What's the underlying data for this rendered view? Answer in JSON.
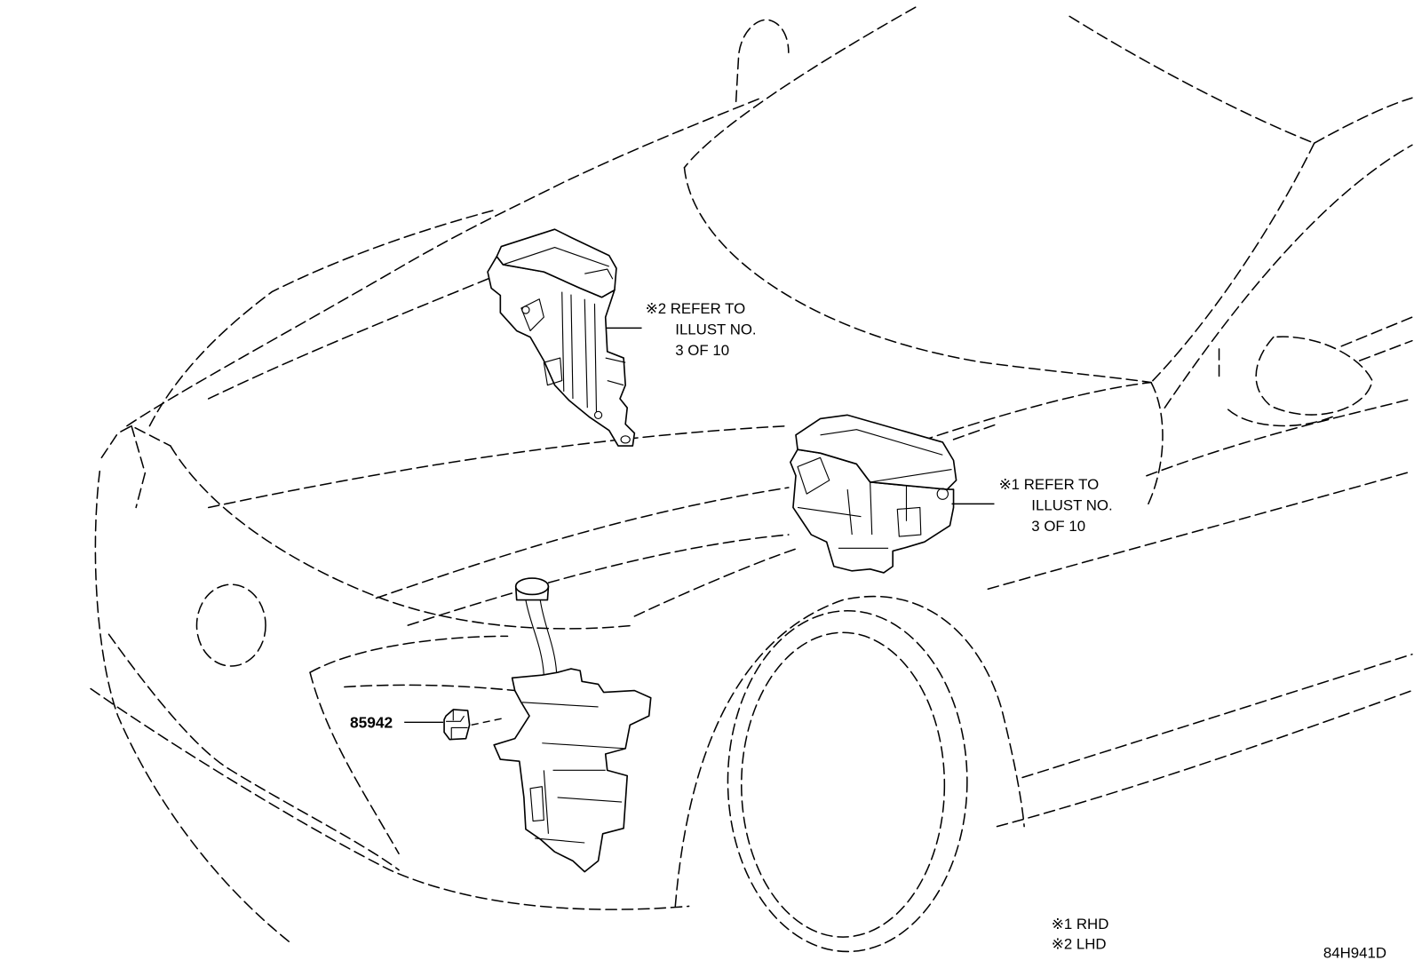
{
  "callout_lhd": {
    "line1": "※2 REFER TO",
    "line2": "ILLUST NO.",
    "line3": "3 OF 10"
  },
  "callout_rhd": {
    "line1": "※1 REFER TO",
    "line2": "ILLUST NO.",
    "line3": "3 OF 10"
  },
  "part_number": "85942",
  "legend": {
    "note1": "※1 RHD",
    "note2": "※2 LHD"
  },
  "illustration_code": "84H941D"
}
